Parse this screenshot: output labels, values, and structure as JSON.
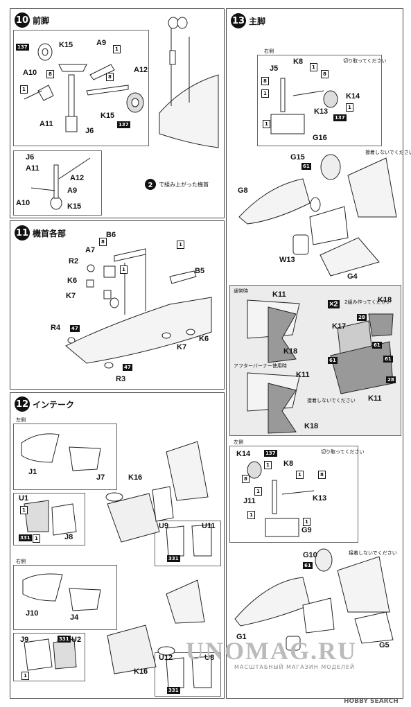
{
  "steps": [
    {
      "num": "10",
      "title": "前脚"
    },
    {
      "num": "11",
      "title": "機首各部"
    },
    {
      "num": "12",
      "title": "インテーク"
    },
    {
      "num": "13",
      "title": "主脚"
    }
  ],
  "step10": {
    "labels": [
      "K15",
      "A9",
      "A12",
      "A10",
      "A11",
      "J6",
      "K15"
    ],
    "sub_labels": [
      "J6",
      "A11",
      "A12",
      "A9",
      "A10",
      "K15"
    ],
    "note_num": "2",
    "note_text": "で組み上がった機首"
  },
  "step11": {
    "labels": [
      "B6",
      "A7",
      "R2",
      "K6",
      "K7",
      "R4",
      "B5",
      "K6",
      "K7",
      "R3"
    ]
  },
  "step12": {
    "left": "左側",
    "right": "右側",
    "labels_left": [
      "J1",
      "J7",
      "K16",
      "U1",
      "J8",
      "U9",
      "U11"
    ],
    "labels_right": [
      "J10",
      "J4",
      "J9",
      "U2",
      "K16",
      "U12",
      "U8"
    ]
  },
  "step13": {
    "right": "右側",
    "left": "左側",
    "cut_note": "切り取ってください",
    "no_glue": "接着しないでください",
    "make2": "2組み作ってください",
    "times": "×2",
    "normal": "通常時",
    "afterburner": "アフターバーナー使用時",
    "labels_top": [
      "J5",
      "K8",
      "K14",
      "K13",
      "G16",
      "G15",
      "G8",
      "W13",
      "G4"
    ],
    "labels_mid": [
      "K11",
      "K18",
      "K11",
      "K18",
      "K18",
      "K17",
      "K11"
    ],
    "labels_bot": [
      "K14",
      "K8",
      "J11",
      "K13",
      "G9",
      "G10",
      "G1",
      "G5"
    ]
  },
  "tags": [
    "1",
    "8",
    "137",
    "47",
    "61",
    "28",
    "331"
  ],
  "watermark": {
    "main": "UNOMAG.RU",
    "sub": "МАСШТАБНЫЙ МАГАЗИН МОДЕЛЕЙ"
  },
  "footer": {
    "brand": "HOBBY SEARCH"
  }
}
